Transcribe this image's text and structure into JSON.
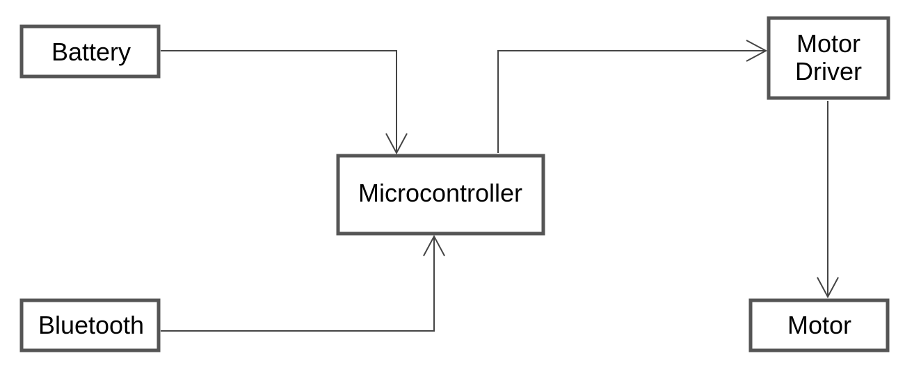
{
  "nodes": {
    "battery": "Battery",
    "bluetooth": "Bluetooth",
    "microcontroller": "Microcontroller",
    "motor_driver_line1": "Motor",
    "motor_driver_line2": "Driver",
    "motor": "Motor"
  },
  "edges": [
    {
      "from": "Battery",
      "to": "Microcontroller"
    },
    {
      "from": "Bluetooth",
      "to": "Microcontroller"
    },
    {
      "from": "Microcontroller",
      "to": "Motor Driver"
    },
    {
      "from": "Motor Driver",
      "to": "Motor"
    }
  ],
  "colors": {
    "stroke": "#555555",
    "text": "#000000"
  }
}
